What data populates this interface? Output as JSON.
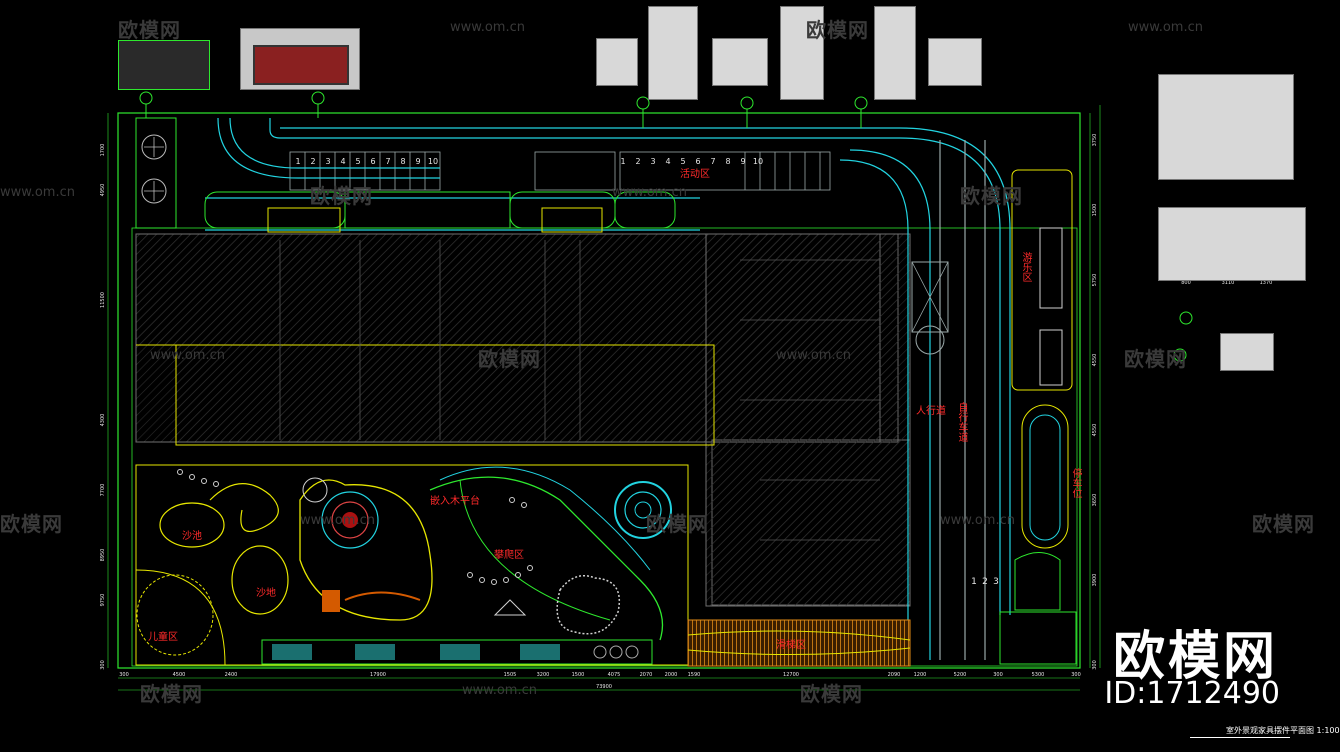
{
  "watermark": {
    "brand_text": "欧模网",
    "url_text": "www.om.cn",
    "id_text": "ID:1712490"
  },
  "plan_labels": {
    "sand_pit": "沙池",
    "sand_area": "沙地",
    "climbing_area": "攀爬区",
    "wooden_platform": "嵌入木平台",
    "slide_area": "滑梯区",
    "children_area": "儿童区",
    "activity_label": "活动区",
    "walkway": "人行道",
    "bike_path": "自行车道",
    "parking": "停车位",
    "play_zone": "游乐区"
  },
  "grid_numbers": [
    "1",
    "2",
    "3",
    "4",
    "5",
    "6",
    "7",
    "8",
    "9",
    "10"
  ],
  "parking_numbers": [
    "1",
    "2",
    "3"
  ],
  "dimensions_bottom": [
    "300",
    "4500",
    "2400",
    "17900",
    "1505",
    "3200",
    "1500",
    "4075",
    "2070",
    "2000",
    "1590",
    "12700",
    "2090",
    "1200",
    "5200",
    "300",
    "5300",
    "300"
  ],
  "dimension_total": "73900",
  "dimensions_left": [
    "1700",
    "4950",
    "11500",
    "4300",
    "7700",
    "8950",
    "9750",
    "300"
  ],
  "dimensions_right": [
    "3750",
    "1500",
    "5750",
    "4550",
    "4550",
    "3650",
    "3900",
    "300"
  ],
  "equipment_dims": [
    "800",
    "3110",
    "1370"
  ],
  "sheet_title": "室外景观家具摆件平面图",
  "sheet_scale": "1:100",
  "colors": {
    "background": "#000000",
    "boundary_green": "#2ee82e",
    "path_cyan": "#22d3e0",
    "building_gray": "#5a5a5a",
    "hatch_gray": "#2c2c2c",
    "yellow_curb": "#e6e600",
    "label_red": "#ff2a2a",
    "deck_orange": "#e08a16",
    "white": "#ffffff"
  }
}
